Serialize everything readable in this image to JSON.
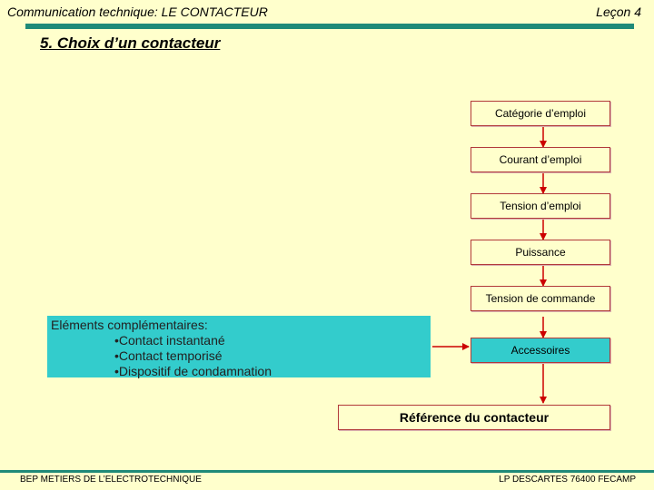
{
  "header": {
    "left": "Communication technique: LE CONTACTEUR",
    "right": "Leçon 4"
  },
  "title": "5. Choix d’un contacteur",
  "flow": {
    "steps": [
      "Catégorie d’emploi",
      "Courant d’emploi",
      "Tension d’emploi",
      "Puissance",
      "Tension de commande",
      "Accessoires"
    ],
    "result": "Référence du contacteur"
  },
  "side_box": {
    "heading": "Eléments complémentaires:",
    "items": [
      "•Contact instantané",
      "•Contact temporisé",
      "•Dispositif de condamnation"
    ]
  },
  "footer": {
    "left": "BEP METIERS DE L’ELECTROTECHNIQUE",
    "right": "LP DESCARTES 76400 FECAMP"
  },
  "colors": {
    "background": "#ffffcc",
    "accent_bar": "#1f8a78",
    "teal_fill": "#33cccc",
    "arrow": "#cc0000",
    "box_border": "#b23a3a"
  }
}
